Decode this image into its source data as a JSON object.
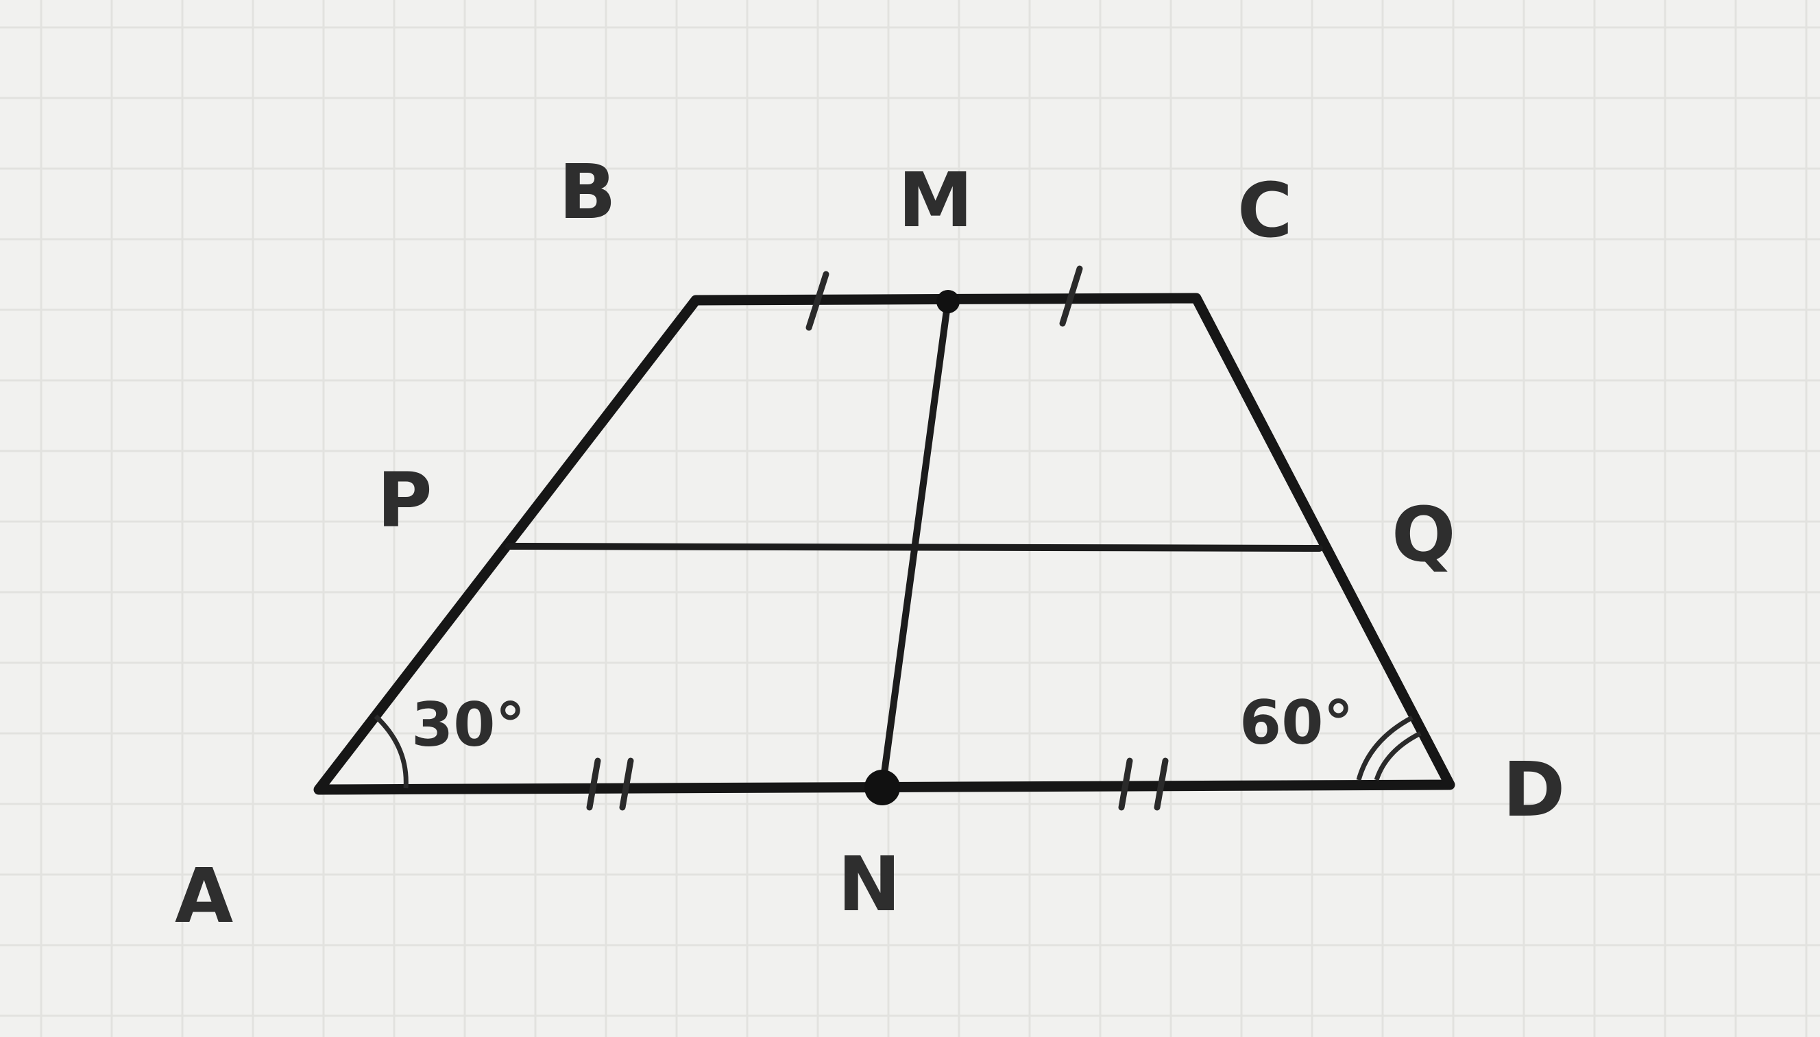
{
  "labels": {
    "A": "A",
    "B": "B",
    "C": "C",
    "D": "D",
    "M": "M",
    "N": "N",
    "P": "P",
    "Q": "Q"
  },
  "angles": {
    "A": "30°",
    "D": "60°"
  },
  "colors": {
    "ink": "#161616",
    "paper": "#f1f1ef",
    "grid": "#e2e2df"
  }
}
